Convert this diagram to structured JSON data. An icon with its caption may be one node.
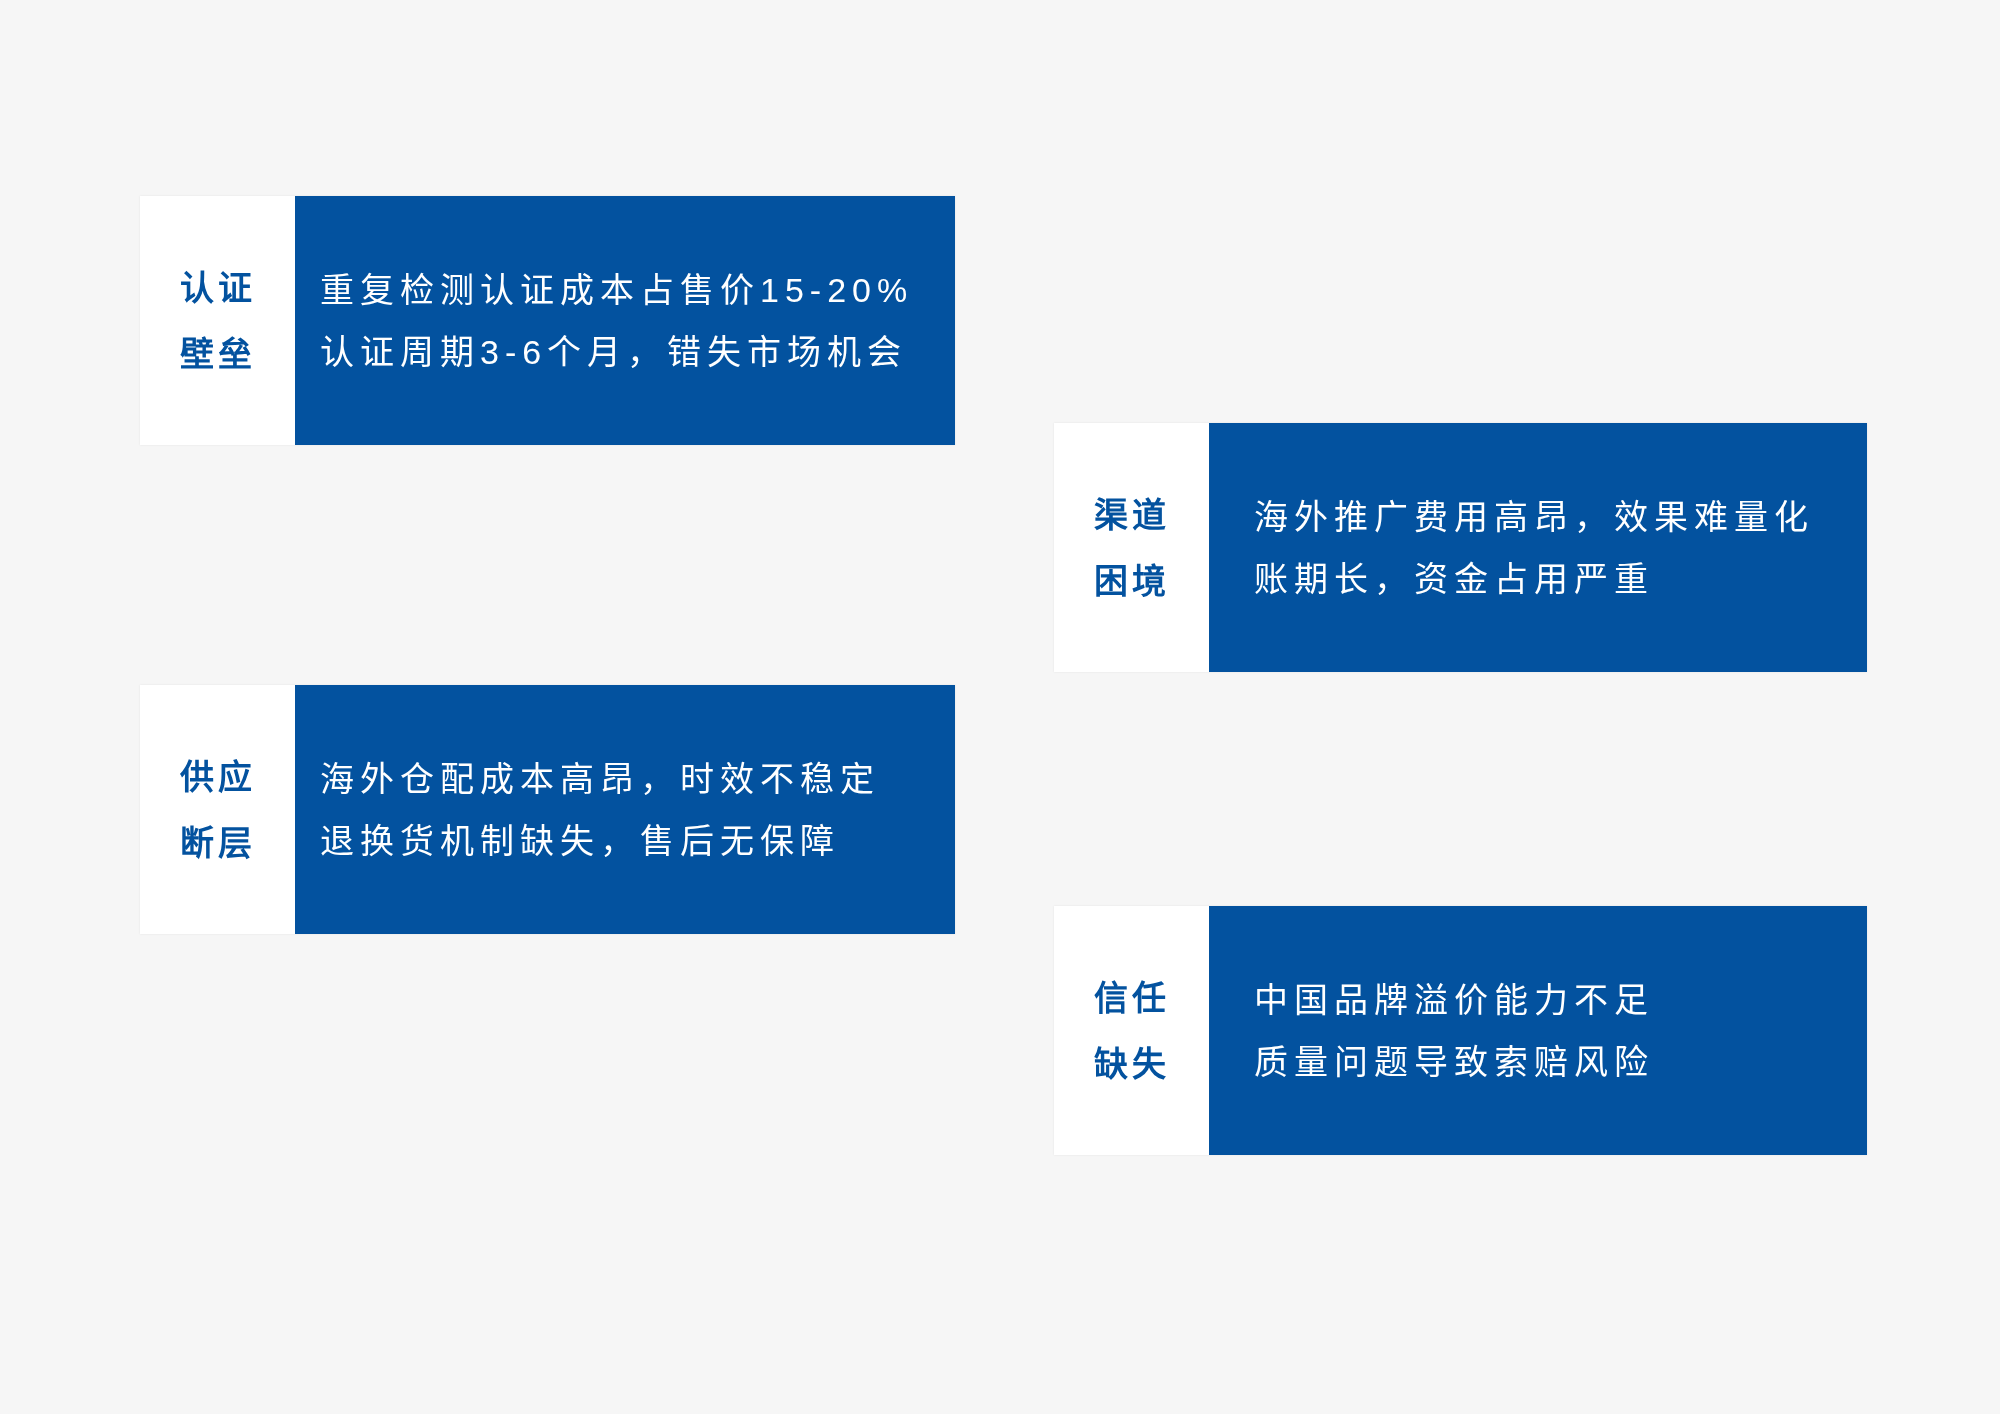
{
  "diagram": {
    "nodes": [
      {
        "text": [
          "认证壁垒",
          "重复检测认证成本占售价15-20%",
          "认证周期3-6个月，错失市场机会"
        ]
      },
      {
        "text": [
          "渠道困境",
          "海外推广费用高昂，效果难量化",
          "账期长，资金占用严重"
        ]
      },
      {
        "text": [
          "供应断层",
          "海外仓配成本高昂，时效不稳定",
          "退换货机制缺失，售后无保障"
        ]
      },
      {
        "text": [
          "信任缺失",
          "中国品牌溢价能力不足",
          "质量问题导致索赔风险"
        ]
      }
    ]
  }
}
